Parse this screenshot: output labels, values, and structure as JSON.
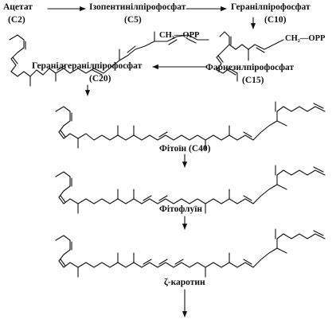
{
  "diagram": {
    "labels": {
      "acetate": "Ацетат",
      "acetate_c": "(С2)",
      "ipp": "Ізопентинілпірофосфат",
      "ipp_c": "(С5)",
      "gpp": "Геранілпірофосфат",
      "gpp_c": "(С10)",
      "gpp_group": "CH₂—OPP",
      "fpp": "Фарнезилпірофосфат",
      "fpp_c": "(С15)",
      "fpp_group": "CH₂—OPP",
      "ggpp": "Геранілгеранілпірофосфат",
      "ggpp_c": "(С20)",
      "phytoene": "Фітоїн (С40)",
      "phytofluene": "Фітофлуїн",
      "zeta_carotene": "ζ-каротин"
    },
    "colors": {
      "ink": "#111111",
      "background": "#ffffff"
    }
  }
}
